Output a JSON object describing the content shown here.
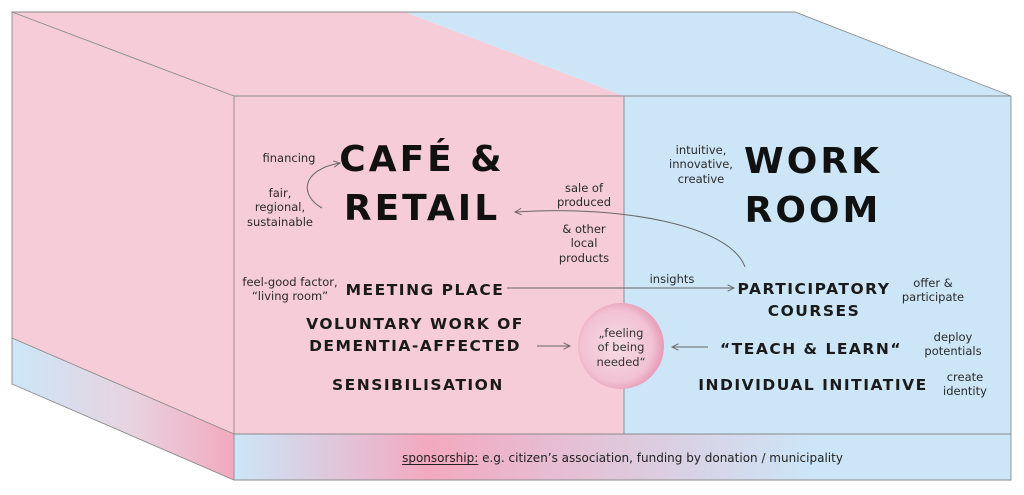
{
  "colors": {
    "pink": "#f6ccd9",
    "blue": "#cce6f8",
    "outline": "#8a8a8a"
  },
  "cafe": {
    "title_line1": "CAFÉ &",
    "title_line2": "RETAIL",
    "financing": "financing",
    "fair": [
      "fair,",
      "regional,",
      "sustainable"
    ],
    "feel_good": [
      "feel-good factor,",
      "“living room”"
    ],
    "meeting_place": "MEETING PLACE",
    "voluntary": [
      "VOLUNTARY WORK OF",
      "DEMENTIA-AFFECTED"
    ],
    "sensibilisation": "SENSIBILISATION"
  },
  "work": {
    "title_line1": "WORK",
    "title_line2": "ROOM",
    "intuitive": [
      "intuitive,",
      "innovative,",
      "creative"
    ],
    "participatory": [
      "PARTICIPATORY",
      "COURSES"
    ],
    "offer": [
      "offer &",
      "participate"
    ],
    "teach": "“TEACH & LEARN“",
    "deploy": [
      "deploy",
      "potentials"
    ],
    "individual": "INDIVIDUAL INITIATIVE",
    "create": [
      "create",
      "identity"
    ]
  },
  "links": {
    "sale": [
      "sale of",
      "produced"
    ],
    "other": [
      "& other",
      "local",
      "products"
    ],
    "insights": "insights",
    "needed": [
      "„feeling",
      "of being",
      "needed“"
    ]
  },
  "footer": {
    "sponsorship": "sponsorship:",
    "rest": " e.g. citizen’s association, funding by donation / municipality"
  }
}
